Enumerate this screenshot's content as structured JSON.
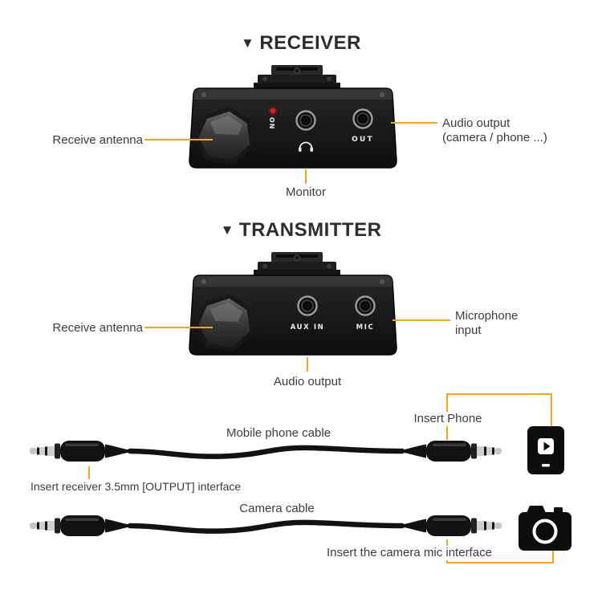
{
  "colors": {
    "accent": "#F6A41D",
    "text": "#3C3C3C"
  },
  "receiver": {
    "marker": "▼",
    "title": "RECEIVER",
    "antenna_label": "Receive antenna",
    "audio_output_label": "Audio output",
    "audio_output_sublabel": "(camera / phone ...)",
    "monitor_label": "Monitor",
    "device": {
      "on": "ON",
      "out": "OUT"
    }
  },
  "transmitter": {
    "marker": "▼",
    "title": "TRANSMITTER",
    "antenna_label": "Receive antenna",
    "mic_label_line1": "Microphone",
    "mic_label_line2": "input",
    "audio_output_label": "Audio output",
    "device": {
      "aux": "AUX IN",
      "mic": "MIC"
    }
  },
  "cables": {
    "mobile": {
      "name": "Mobile phone cable",
      "insert_phone_label": "Insert Phone",
      "insert_receiver_label": "Insert receiver 3.5mm [OUTPUT] interface"
    },
    "camera": {
      "name": "Camera cable",
      "insert_camera_label": "Insert the camera mic interface"
    }
  }
}
